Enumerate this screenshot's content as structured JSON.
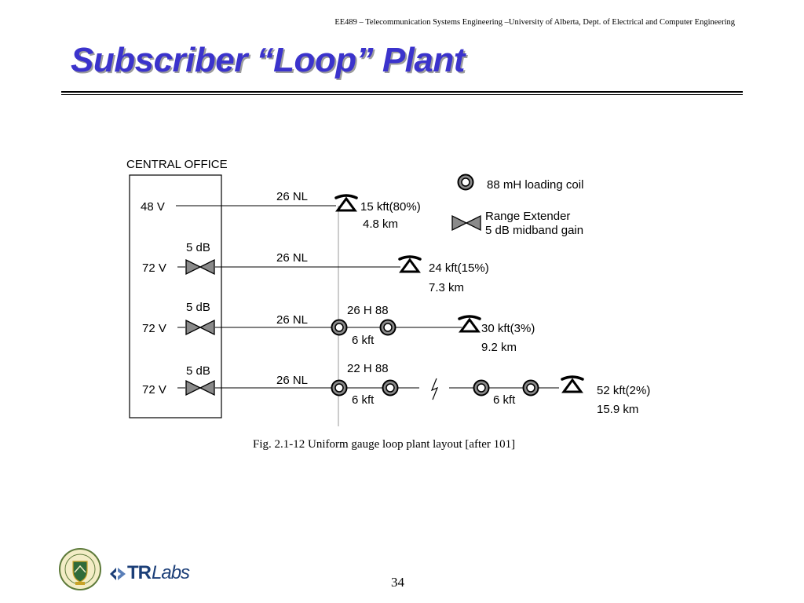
{
  "header": {
    "course_note": "EE489 – Telecommunication Systems Engineering –University of Alberta, Dept. of Electrical and Computer Engineering"
  },
  "title": "Subscriber “Loop” Plant",
  "diagram": {
    "central_office_label": "CENTRAL  OFFICE",
    "legend": {
      "loading_coil": "88 mH loading coil",
      "range_extender_line1": "Range Extender",
      "range_extender_line2": "5 dB midband gain"
    },
    "loops": [
      {
        "voltage": "48 V",
        "extender_gain": "",
        "cable": "26 NL",
        "section": "",
        "coil_spacing": "",
        "distance": "15 kft(80%)",
        "metric": "4.8 km"
      },
      {
        "voltage": "72 V",
        "extender_gain": "5 dB",
        "cable": "26 NL",
        "section": "",
        "coil_spacing": "",
        "distance": "24 kft(15%)",
        "metric": "7.3 km"
      },
      {
        "voltage": "72 V",
        "extender_gain": "5 dB",
        "cable": "26 NL",
        "section": "26 H 88",
        "coil_spacing": "6 kft",
        "distance": "30 kft(3%)",
        "metric": "9.2 km"
      },
      {
        "voltage": "72 V",
        "extender_gain": "5 dB",
        "cable": "26 NL",
        "section": "22 H 88",
        "coil_spacing": "6 kft",
        "coil_spacing_far": "6 kft",
        "distance": "52 kft(2%)",
        "metric": "15.9 km"
      }
    ],
    "caption": "Fig. 2.1-12  Uniform gauge loop plant layout [after 101]"
  },
  "footer": {
    "page_number": "34",
    "logo_tr": "TR",
    "logo_labs": "Labs"
  },
  "colors": {
    "title": "#3b33cc",
    "title_shadow": "#9c9c9c",
    "symbol_fill": "#8a8a8a",
    "logo_blue": "#1c3f78"
  }
}
